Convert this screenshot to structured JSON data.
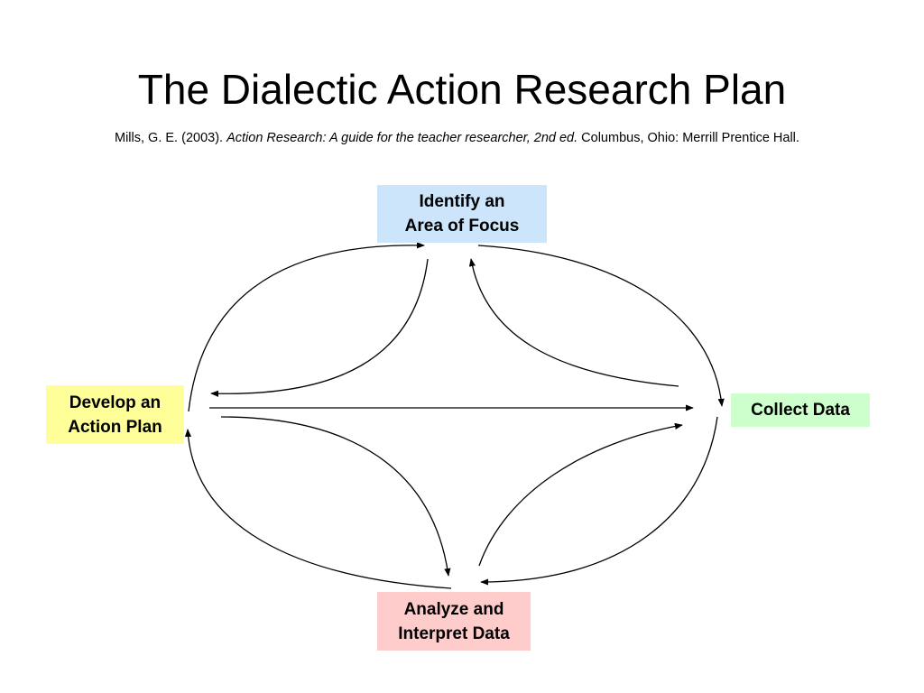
{
  "slide": {
    "title": "The Dialectic Action Research Plan",
    "citation": {
      "authors": "Mills, G. E. (2003).",
      "book_title": "Action Research: A guide for the teacher researcher, 2nd ed.",
      "publisher": "Columbus, Ohio: Merrill Prentice Hall."
    }
  },
  "diagram": {
    "nodes": {
      "focus": {
        "line1": "Identify an",
        "line2": "Area of Focus",
        "color": "#cce5fb"
      },
      "plan": {
        "line1": "Develop an",
        "line2": "Action Plan",
        "color": "#ffff99"
      },
      "collect": {
        "line1": "Collect Data",
        "color": "#ccffcc"
      },
      "analyze": {
        "line1": "Analyze and",
        "line2": "Interpret Data",
        "color": "#ffcccc"
      }
    },
    "arrows": [
      {
        "from": "plan",
        "to": "focus"
      },
      {
        "from": "focus",
        "to": "plan"
      },
      {
        "from": "focus",
        "to": "collect"
      },
      {
        "from": "collect",
        "to": "focus"
      },
      {
        "from": "plan",
        "to": "collect"
      },
      {
        "from": "plan",
        "to": "analyze"
      },
      {
        "from": "analyze",
        "to": "plan"
      },
      {
        "from": "analyze",
        "to": "collect"
      },
      {
        "from": "collect",
        "to": "analyze"
      }
    ],
    "line_color": "#000000"
  }
}
